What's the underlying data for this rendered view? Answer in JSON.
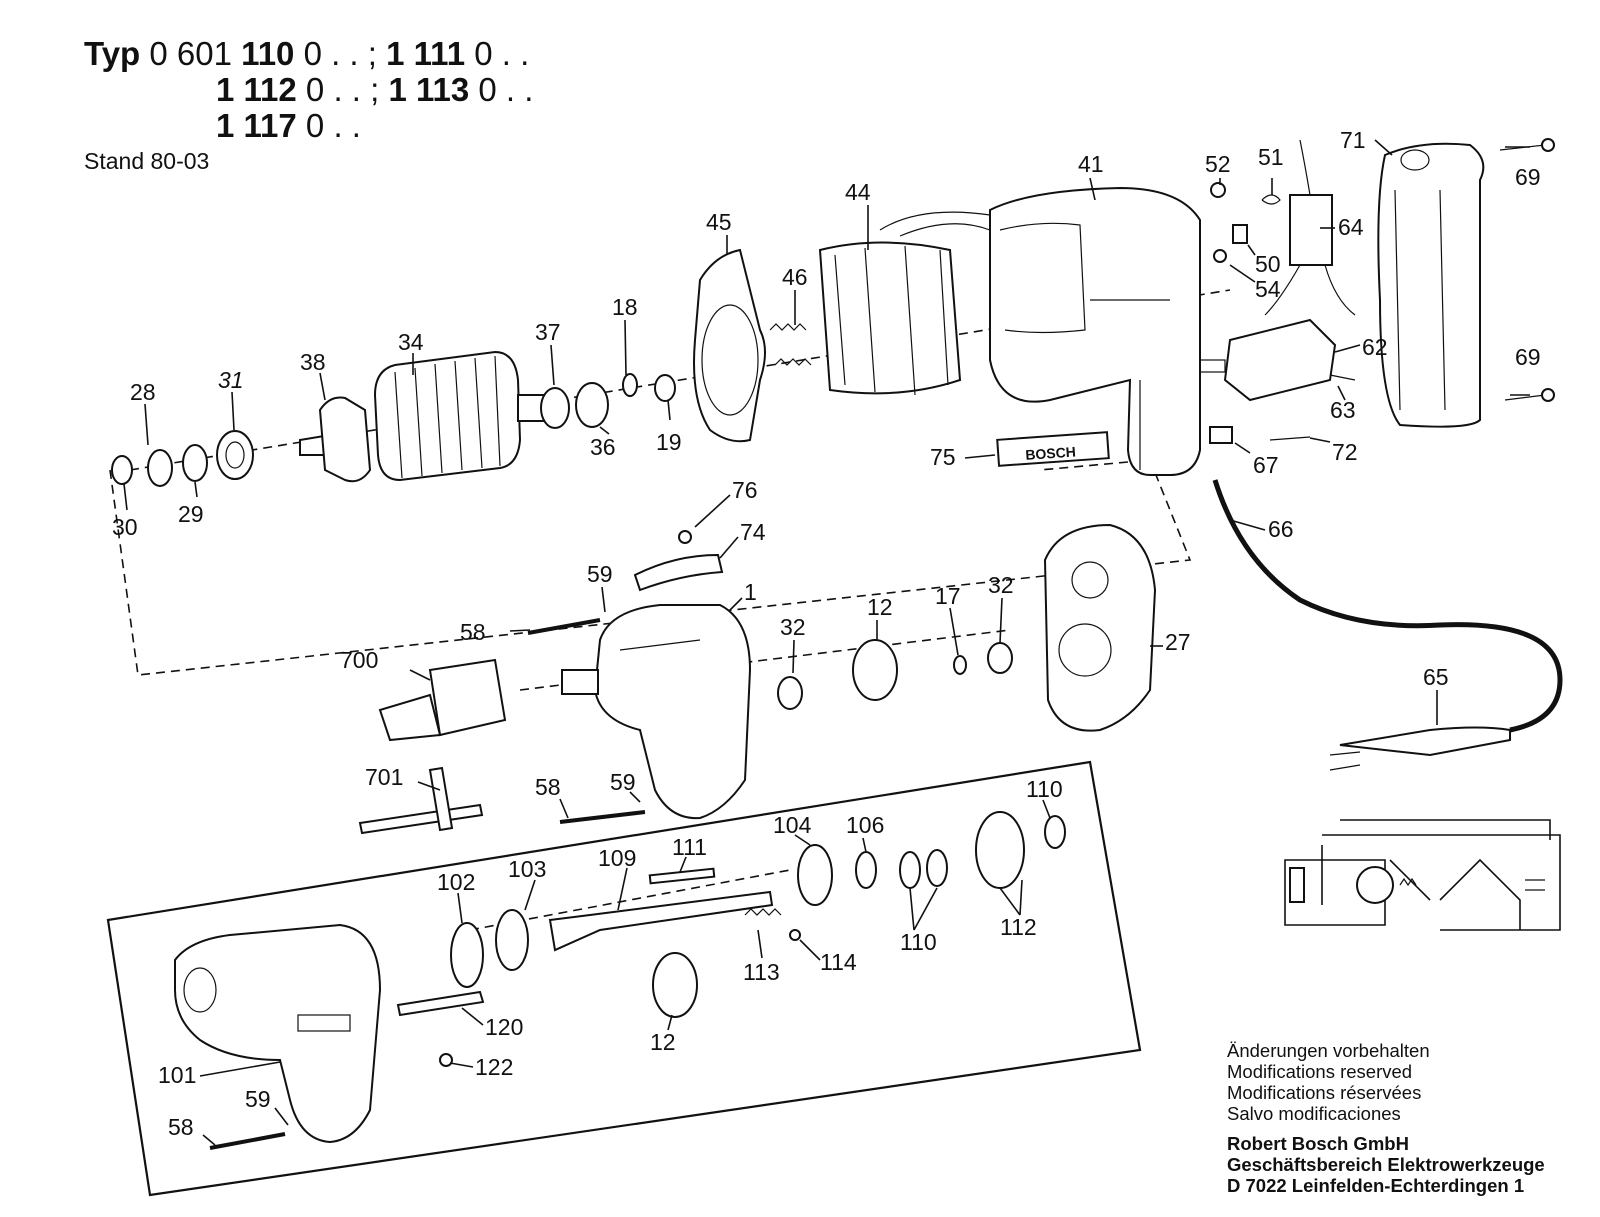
{
  "header": {
    "typ_label": "Typ",
    "lines": [
      {
        "pre": "0 601 ",
        "b1": "110",
        "m1": " 0 . . ; ",
        "b2": "1 111",
        "m2": " 0 . ."
      },
      {
        "pre": "",
        "b1": "1 112",
        "m1": " 0 . . ; ",
        "b2": "1 113",
        "m2": " 0 . ."
      },
      {
        "pre": "",
        "b1": "1 117",
        "m1": " 0 . .",
        "b2": "",
        "m2": ""
      }
    ],
    "stand": "Stand 80-03"
  },
  "nameplate": "BOSCH",
  "labels": {
    "l41": "41",
    "l52": "52",
    "l51": "51",
    "l71": "71",
    "l69a": "69",
    "l69b": "69",
    "l44": "44",
    "l45": "45",
    "l46": "46",
    "l64": "64",
    "l50": "50",
    "l54": "54",
    "l62": "62",
    "l63": "63",
    "l72": "72",
    "l67": "67",
    "l75": "75",
    "l66": "66",
    "l65": "65",
    "l34": "34",
    "l38": "38",
    "l37": "37",
    "l18": "18",
    "l36": "36",
    "l19": "19",
    "l28": "28",
    "l31": "31",
    "l29": "29",
    "l30": "30",
    "l76": "76",
    "l74": "74",
    "l59a": "59",
    "l58a": "58",
    "l1": "1",
    "l700": "700",
    "l32a": "32",
    "l12a": "12",
    "l17": "17",
    "l32b": "32",
    "l27": "27",
    "l701": "701",
    "l58b": "58",
    "l59b": "59",
    "l110a": "110",
    "l104": "104",
    "l106": "106",
    "l111": "111",
    "l109": "109",
    "l103": "103",
    "l102": "102",
    "l110b": "110",
    "l112": "112",
    "l113": "113",
    "l114": "114",
    "l120": "120",
    "l122": "122",
    "l12b": "12",
    "l101": "101",
    "l58c": "58",
    "l59c": "59"
  },
  "notes": [
    "Änderungen vorbehalten",
    "Modifications reserved",
    "Modifications réservées",
    "Salvo modificaciones"
  ],
  "company": [
    "Robert Bosch GmbH",
    "Geschäftsbereich Elektrowerkzeuge",
    "D 7022 Leinfelden-Echterdingen 1"
  ]
}
